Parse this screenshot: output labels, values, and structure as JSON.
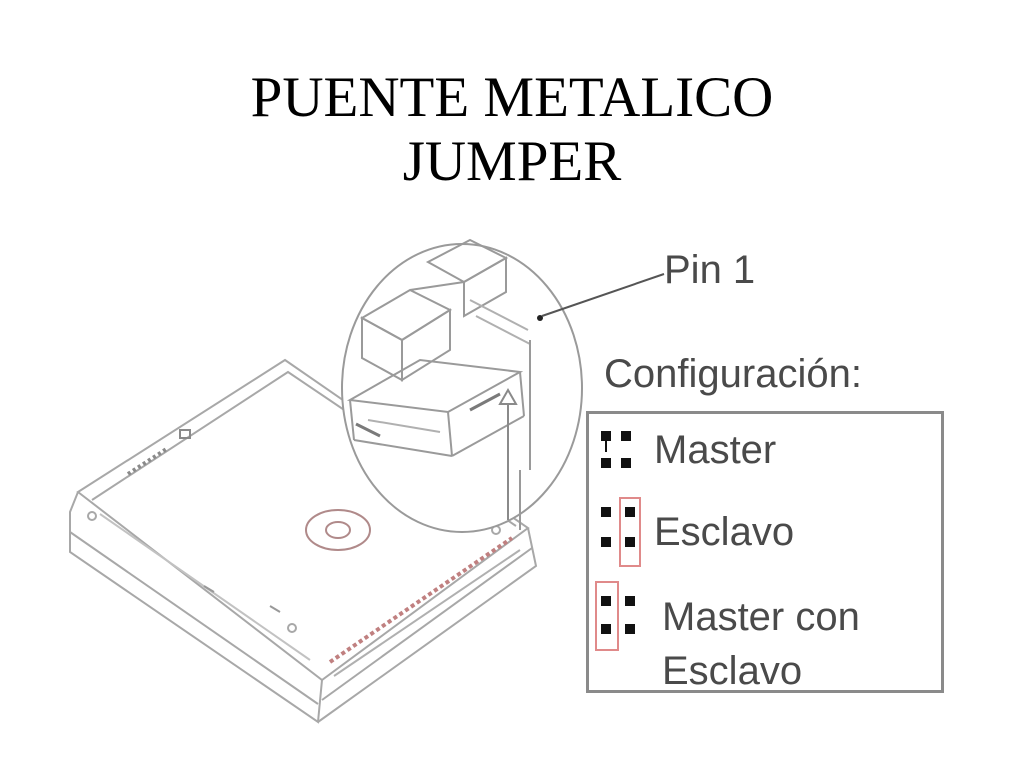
{
  "title": {
    "line1": "PUENTE METALICO",
    "line2": "JUMPER"
  },
  "diagram": {
    "pin_label": "Pin 1",
    "config_heading": "Configuración:",
    "options": {
      "master": "Master",
      "slave": "Esclavo",
      "master_with_slave_line1": "Master con",
      "master_with_slave_line2": "Esclavo"
    },
    "colors": {
      "line": "#9a9a9a",
      "jumper_highlight": "#e89a9a",
      "dot": "#111111",
      "text": "#4a4a4a"
    }
  }
}
